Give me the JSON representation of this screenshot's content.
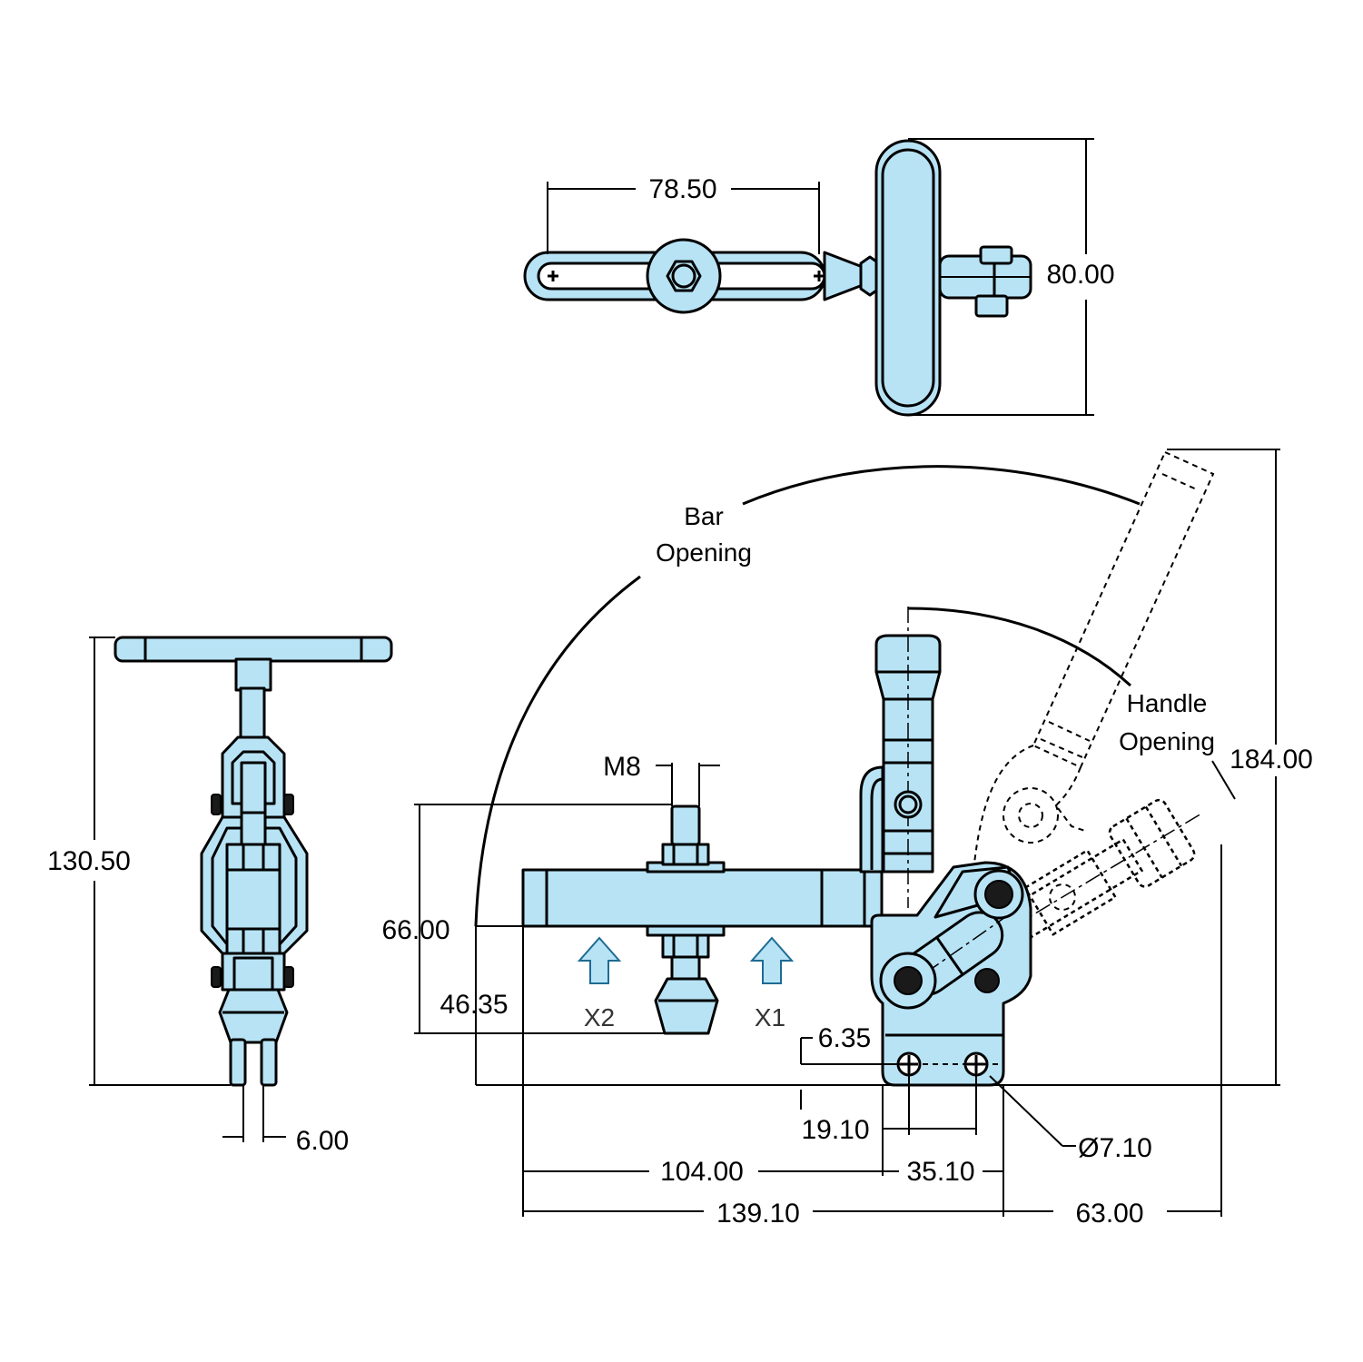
{
  "dimensions": {
    "top_slot_length": "78.50",
    "top_handle_width": "80.00",
    "side_height": "130.50",
    "side_fork_gap": "6.00",
    "thread_size": "M8",
    "bar_height": "66.00",
    "spindle_height": "46.35",
    "hole_offset_vertical": "6.35",
    "hole_spacing": "19.10",
    "hole_diameter": "Ø7.10",
    "bar_reach": "104.00",
    "base_width": "35.10",
    "overall_length": "139.10",
    "handle_reach": "63.00",
    "overall_height": "184.00"
  },
  "labels": {
    "bar_opening_line1": "Bar",
    "bar_opening_line2": "Opening",
    "handle_opening_line1": "Handle",
    "handle_opening_line2": "Opening",
    "x2": "X2",
    "x1": "X1"
  },
  "colors": {
    "part_fill": "#b7e3f5",
    "outline": "#000000",
    "force_arrow_stroke": "#1e6b93"
  }
}
